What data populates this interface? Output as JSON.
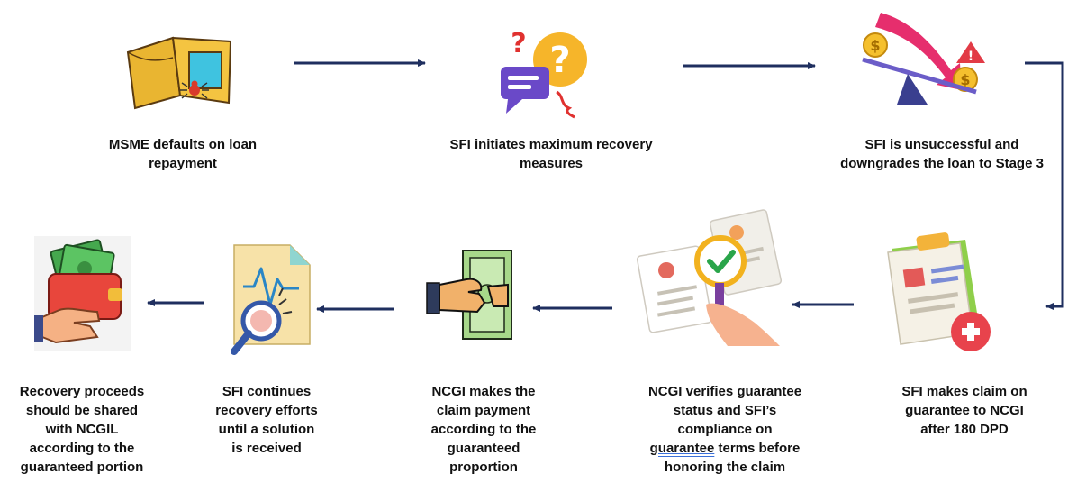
{
  "colors": {
    "arrow": "#1f2f5f",
    "text": "#111111"
  },
  "steps": [
    {
      "id": 1,
      "icon": "empty-wallet-icon",
      "text": "MSME defaults on loan\nrepayment"
    },
    {
      "id": 2,
      "icon": "question-speech-bubbles-icon",
      "text": "SFI initiates maximum recovery\nmeasures"
    },
    {
      "id": 3,
      "icon": "downward-trend-seesaw-icon",
      "text": "SFI is unsuccessful and\ndowngrades the loan to Stage 3"
    },
    {
      "id": 4,
      "icon": "clipboard-claim-icon",
      "text": "SFI makes claim on\nguarantee to NCGI\nafter 180 DPD"
    },
    {
      "id": 5,
      "icon": "document-verification-icon",
      "text_before": "NCGI verifies guarantee\nstatus and SFI’s\ncompliance on\n",
      "text_underlined": "guarantee",
      "text_after": " terms before\nhonoring the claim"
    },
    {
      "id": 6,
      "icon": "cash-payment-hand-icon",
      "text": "NCGI makes the\nclaim payment\naccording to the\nguaranteed\nproportion"
    },
    {
      "id": 7,
      "icon": "report-magnifier-icon",
      "text": "SFI continues\nrecovery efforts\nuntil a solution\nis received"
    },
    {
      "id": 8,
      "icon": "wallet-with-cash-hand-icon",
      "text": "Recovery proceeds\nshould be shared\nwith NCGIL\naccording to the\nguaranteed portion"
    }
  ]
}
